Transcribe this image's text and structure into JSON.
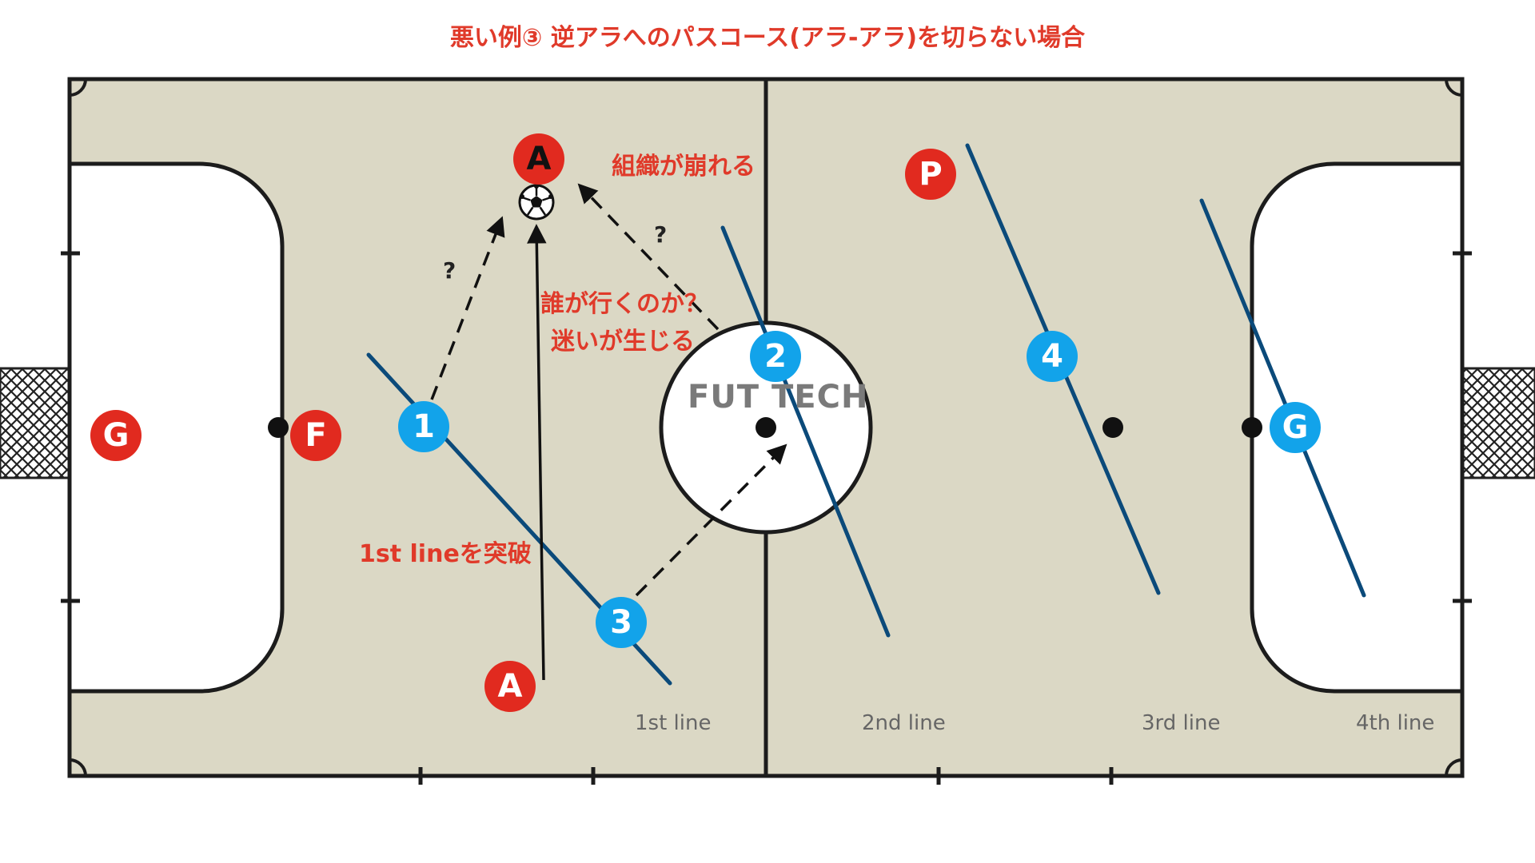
{
  "title": "悪い例③ 逆アラへのパスコース(アラ-アラ)を切らない場合",
  "notes": {
    "collapse": "組織が崩れる",
    "who_goes": "誰が行くのか？",
    "confusion": "迷いが生じる",
    "break_line": "1st lineを突破"
  },
  "question_mark": "?",
  "watermark": "FUT TECH",
  "line_labels": [
    "1st line",
    "2nd line",
    "3rd line",
    "4th line"
  ],
  "players": {
    "red": {
      "goalkeeper": "G",
      "fixo": "F",
      "ala_top": "A",
      "ala_bottom": "A",
      "pivo": "P"
    },
    "blue": {
      "p1": "1",
      "p2": "2",
      "p3": "3",
      "p4": "4",
      "goalkeeper": "G"
    }
  },
  "colors": {
    "pitch": "#dbd8c5",
    "red_team": "#e12a1f",
    "blue_team": "#12a3ea",
    "defense_line": "#0b4a7a",
    "annotation": "#e03a2a"
  }
}
